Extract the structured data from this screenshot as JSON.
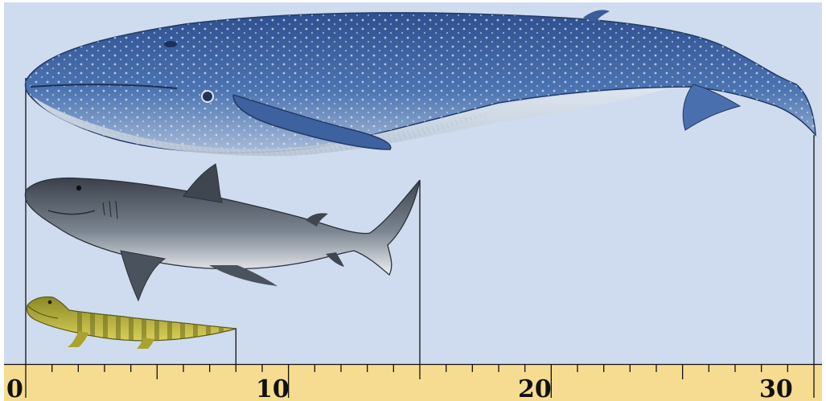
{
  "scale": {
    "min": 0,
    "max": 30,
    "labels": [
      {
        "value": 0,
        "text": "0"
      },
      {
        "value": 10,
        "text": "10"
      },
      {
        "value": 20,
        "text": "20"
      },
      {
        "value": 30,
        "text": "30"
      }
    ]
  },
  "animals": [
    {
      "icon": "blue-whale-icon",
      "length": 30
    },
    {
      "icon": "shark-icon",
      "length": 15
    },
    {
      "icon": "crocodile-icon",
      "length": 8
    }
  ],
  "colors": {
    "background": "#cfdcef",
    "ruler": "#f6dc91",
    "whale": "#3f66a5",
    "shark": "#6c7580",
    "crocodile": "#c9bf3c"
  }
}
